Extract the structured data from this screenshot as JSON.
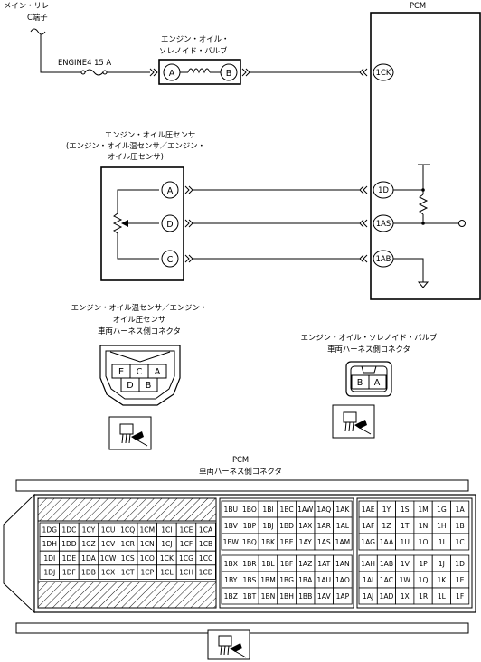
{
  "labels": {
    "main_relay": [
      "メイン・リレー",
      "C端子"
    ],
    "fuse": "ENGINE4 15 A",
    "pcm_block": "PCM",
    "solenoid": [
      "エンジン・オイル・",
      "ソレノイド・バルブ"
    ],
    "sensor": [
      "エンジン・オイル圧センサ",
      "(エンジン・オイル温センサ／エンジン・",
      "オイル圧センサ)"
    ],
    "sensor_connector": [
      "エンジン・オイル温センサ／エンジン・",
      "オイル圧センサ",
      "車両ハーネス側コネクタ"
    ],
    "solenoid_connector": [
      "エンジン・オイル・ソレノイド・バルブ",
      "車両ハーネス側コネクタ"
    ],
    "pcm_connector": [
      "PCM",
      "車両ハーネス側コネクタ"
    ]
  },
  "pins": {
    "solenoid_a": "A",
    "solenoid_b": "B",
    "pcm_1ck": "1CK",
    "sensor_a": "A",
    "sensor_d": "D",
    "sensor_c": "C",
    "pcm_1d": "1D",
    "pcm_1as": "1AS",
    "pcm_1ab": "1AB"
  },
  "sensor_connector_pins": {
    "top": [
      "E",
      "C",
      "A"
    ],
    "bottom": [
      "D",
      "B"
    ]
  },
  "solenoid_connector_pins": [
    "B",
    "A"
  ],
  "pcm_connector": {
    "left_rows": [
      [
        "1DG",
        "1DC",
        "1CY",
        "1CU",
        "1CQ",
        "1CM",
        "1CI",
        "1CE",
        "1CA"
      ],
      [
        "1DH",
        "1DD",
        "1CZ",
        "1CV",
        "1CR",
        "1CN",
        "1CJ",
        "1CF",
        "1CB"
      ],
      [
        "1DI",
        "1DE",
        "1DA",
        "1CW",
        "1CS",
        "1CO",
        "1CK",
        "1CG",
        "1CC"
      ],
      [
        "1DJ",
        "1DF",
        "1DB",
        "1CX",
        "1CT",
        "1CP",
        "1CL",
        "1CH",
        "1CD"
      ]
    ],
    "mid_upper_rows": [
      [
        "1BU",
        "1BO",
        "1BI",
        "1BC",
        "1AW",
        "1AQ",
        "1AK"
      ],
      [
        "1BV",
        "1BP",
        "1BJ",
        "1BD",
        "1AX",
        "1AR",
        "1AL"
      ],
      [
        "1BW",
        "1BQ",
        "1BK",
        "1BE",
        "1AY",
        "1AS",
        "1AM"
      ]
    ],
    "mid_lower_rows": [
      [
        "1BX",
        "1BR",
        "1BL",
        "1BF",
        "1AZ",
        "1AT",
        "1AN"
      ],
      [
        "1BY",
        "1BS",
        "1BM",
        "1BG",
        "1BA",
        "1AU",
        "1AO"
      ],
      [
        "1BZ",
        "1BT",
        "1BN",
        "1BH",
        "1BB",
        "1AV",
        "1AP"
      ]
    ],
    "right_upper_rows": [
      [
        "1AE",
        "1Y",
        "1S",
        "1M",
        "1G",
        "1A"
      ],
      [
        "1AF",
        "1Z",
        "1T",
        "1N",
        "1H",
        "1B"
      ],
      [
        "1AG",
        "1AA",
        "1U",
        "1O",
        "1I",
        "1C"
      ]
    ],
    "right_lower_rows": [
      [
        "1AH",
        "1AB",
        "1V",
        "1P",
        "1J",
        "1D"
      ],
      [
        "1AI",
        "1AC",
        "1W",
        "1Q",
        "1K",
        "1E"
      ],
      [
        "1AJ",
        "1AD",
        "1X",
        "1R",
        "1L",
        "1F"
      ]
    ]
  }
}
